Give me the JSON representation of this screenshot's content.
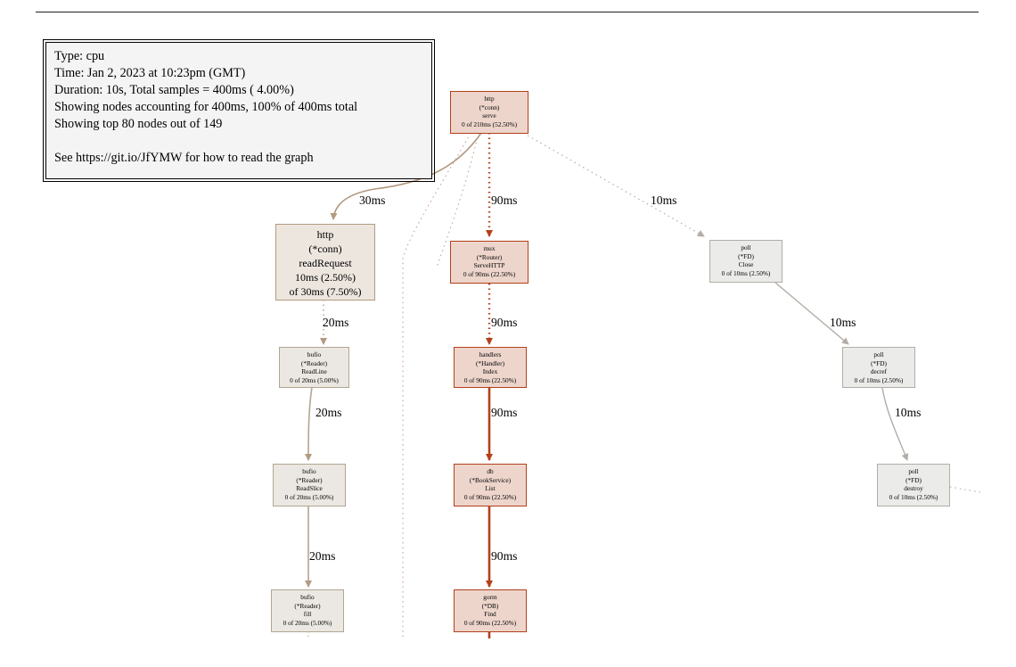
{
  "legend": {
    "lines": [
      "Type: cpu",
      "Time: Jan 2, 2023 at 10:23pm (GMT)",
      "Duration: 10s, Total samples = 400ms ( 4.00%)",
      "Showing nodes accounting for 400ms, 100% of 400ms total",
      "Showing top 80 nodes out of 149"
    ],
    "help": "See https://git.io/JfYMW for how to read the graph"
  },
  "nodes": {
    "http_serve": {
      "lines": [
        "http",
        "(*conn)",
        "serve",
        "0 of 210ms (52.50%)"
      ]
    },
    "http_readRequest": {
      "lines": [
        "http",
        "(*conn)",
        "readRequest",
        "10ms (2.50%)",
        "of 30ms (7.50%)"
      ]
    },
    "mux_ServeHTTP": {
      "lines": [
        "mux",
        "(*Router)",
        "ServeHTTP",
        "0 of 90ms (22.50%)"
      ]
    },
    "poll_Close": {
      "lines": [
        "poll",
        "(*FD)",
        "Close",
        "0 of 10ms (2.50%)"
      ]
    },
    "bufio_ReadLine": {
      "lines": [
        "bufio",
        "(*Reader)",
        "ReadLine",
        "0 of 20ms (5.00%)"
      ]
    },
    "handlers_Index": {
      "lines": [
        "handlers",
        "(*Handler)",
        "Index",
        "0 of 90ms (22.50%)"
      ]
    },
    "poll_decref": {
      "lines": [
        "poll",
        "(*FD)",
        "decref",
        "0 of 10ms (2.50%)"
      ]
    },
    "bufio_ReadSlice": {
      "lines": [
        "bufio",
        "(*Reader)",
        "ReadSlice",
        "0 of 20ms (5.00%)"
      ]
    },
    "db_List": {
      "lines": [
        "db",
        "(*BookService)",
        "List",
        "0 of 90ms (22.50%)"
      ]
    },
    "poll_destroy": {
      "lines": [
        "poll",
        "(*FD)",
        "destroy",
        "0 of 10ms (2.50%)"
      ]
    },
    "bufio_fill": {
      "lines": [
        "bufio",
        "(*Reader)",
        "fill",
        "0 of 20ms (5.00%)"
      ]
    },
    "gorm_Find": {
      "lines": [
        "gorm",
        "(*DB)",
        "Find",
        "0 of 90ms (22.50%)"
      ]
    }
  },
  "edges": {
    "serve_to_readRequest": "30ms",
    "serve_to_mux": "90ms",
    "serve_to_pollClose": "10ms",
    "readRequest_to_readLine": "20ms",
    "mux_to_handlers": "90ms",
    "pollClose_to_decref": "10ms",
    "readLine_to_readSlice": "20ms",
    "handlers_to_db": "90ms",
    "decref_to_destroy": "10ms",
    "readSlice_to_fill": "20ms",
    "db_to_gorm": "90ms"
  },
  "colors": {
    "hot_border": "#b2401a",
    "hot_fill": "#edd5cc",
    "warm_border": "#b29a80",
    "warm_fill": "#ede6df",
    "cool_border": "#b2ada6",
    "cool_fill": "#ebebe9",
    "warm_edge": "#b2a592",
    "hot_edge": "#b2411a"
  }
}
